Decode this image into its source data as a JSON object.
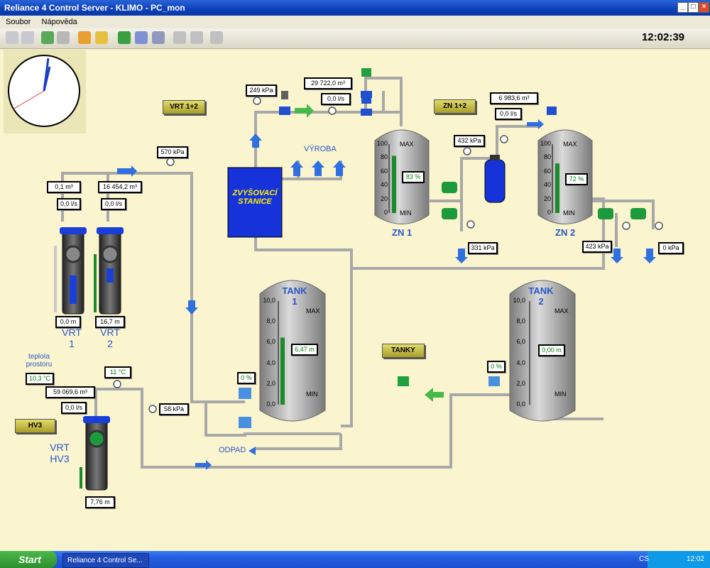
{
  "window": {
    "title": "Reliance 4 Control Server - KLIMO - PC_mon"
  },
  "menu": {
    "items": [
      "Soubor",
      "Nápověda"
    ]
  },
  "toolbar": {
    "time": "12:02:39"
  },
  "labels": {
    "vrt12": "VRT 1+2",
    "zn12": "ZN 1+2",
    "tanky": "TANKY",
    "hv3": "HV3",
    "zvysovaci": "ZVYŠOVACÍ STANICE",
    "vyroba": "VÝROBA",
    "odpad": "ODPAD",
    "zn1": "ZN 1",
    "zn2": "ZN 2",
    "tank1": "TANK 1",
    "tank2": "TANK 2",
    "vrt1": "VRT 1",
    "vrt2": "VRT 2",
    "vrthv3": "VRT HV3",
    "teplota": "teplota prostoru",
    "max": "MAX",
    "min": "MIN"
  },
  "values": {
    "p249": "249 kPa",
    "v29722": "29 722,0 m³",
    "f00a": "0,0 l/s",
    "v6983": "6 983,6 m³",
    "f00b": "0,0 l/s",
    "p432": "432 kPa",
    "zn1_pct": "83 %",
    "zn2_pct": "72 %",
    "p570": "570 kPa",
    "v01": "0,1 m³",
    "v16454": "16 454,2 m³",
    "f00c": "0,0 l/s",
    "f00d": "0,0 l/s",
    "p331": "331 kPa",
    "p423": "423 kPa",
    "p0": "0 kPa",
    "vrt1_lvl": "0,0 m",
    "vrt2_lvl": "16,7 m",
    "t1_lvl": "6,47 m",
    "t2_lvl": "0,00 m",
    "t1_pct": "0 %",
    "t2_pct": "0 %",
    "temp": "10,3 °C",
    "t11": "11 °C",
    "v59069": "59 069,6 m³",
    "f00e": "0,0 l/s",
    "p58": "58 kPa",
    "hv3_lvl": "7,76 m"
  },
  "scales": {
    "zn": [
      "100",
      "80",
      "60",
      "40",
      "20",
      "0"
    ],
    "tank": [
      "10,0",
      "8,0",
      "6,0",
      "4,0",
      "2,0",
      "0,0"
    ]
  },
  "levels": {
    "zn1": 0.83,
    "zn2": 0.72,
    "tank1": 0.647,
    "tank2": 0.0,
    "vrt1": 0.0,
    "vrt2": 0.9,
    "hv3": 0.4
  },
  "taskbar": {
    "start": "Start",
    "task": "Reliance 4 Control Se...",
    "lang": "CS",
    "time": "12:02"
  },
  "colors": {
    "pipe": "#a8a8a8",
    "arrow": "#2f6fe0",
    "accent": "#1a3fc4"
  }
}
